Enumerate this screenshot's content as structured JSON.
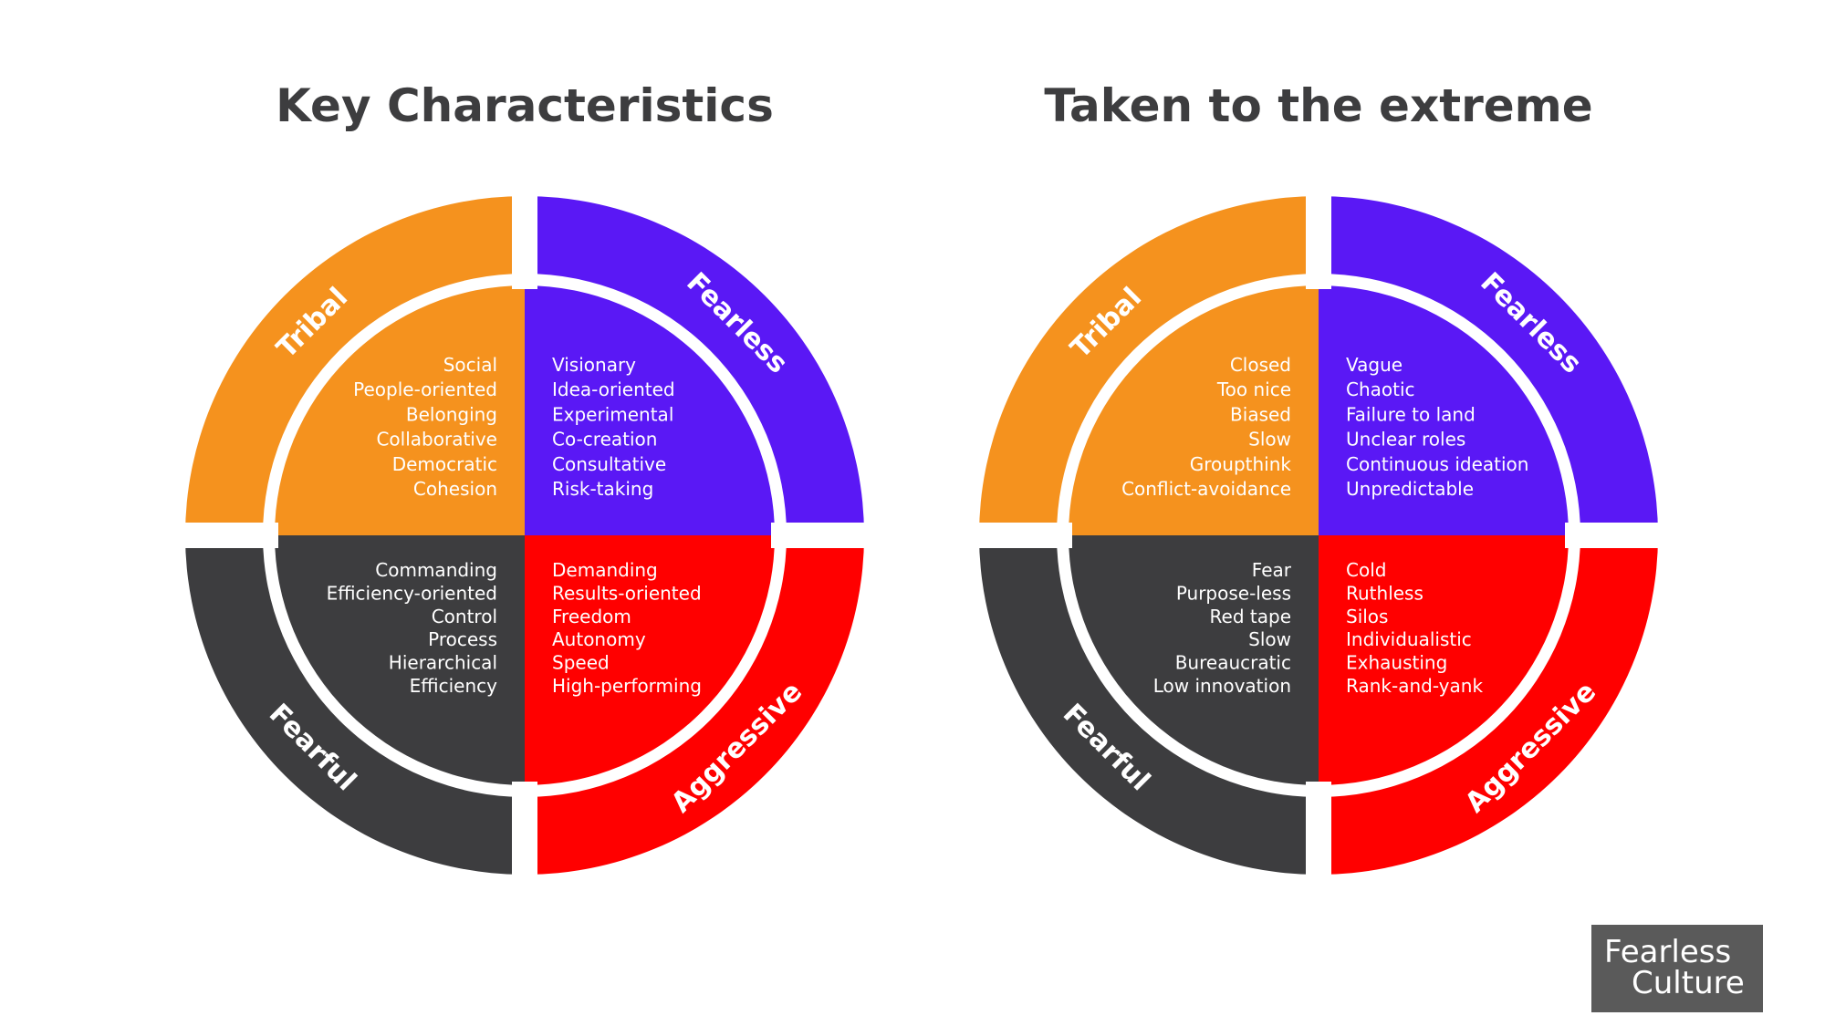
{
  "colors": {
    "tribal": "#F5921E",
    "fearless": "#5A18F5",
    "fearful": "#3D3D3F",
    "aggressive": "#FF0000",
    "title_text": "#3D3D3F",
    "label_text": "#FFFFFF"
  },
  "diagrams": [
    {
      "title": "Key Characteristics",
      "quadrants": {
        "tribal": {
          "label": "Tribal",
          "items": [
            "Social",
            "People-oriented",
            "Belonging",
            "Collaborative",
            "Democratic",
            "Cohesion"
          ]
        },
        "fearless": {
          "label": "Fearless",
          "items": [
            "Visionary",
            "Idea-oriented",
            "Experimental",
            "Co-creation",
            "Consultative",
            "Risk-taking"
          ]
        },
        "fearful": {
          "label": "Fearful",
          "items": [
            "Commanding",
            "Efficiency-oriented",
            "Control",
            "Process",
            "Hierarchical",
            "Efficiency"
          ]
        },
        "aggressive": {
          "label": "Aggressive",
          "items": [
            "Demanding",
            "Results-oriented",
            "Freedom",
            "Autonomy",
            "Speed",
            "High-performing"
          ]
        }
      }
    },
    {
      "title": "Taken to the extreme",
      "quadrants": {
        "tribal": {
          "label": "Tribal",
          "items": [
            "Closed",
            "Too nice",
            "Biased",
            "Slow",
            "Groupthink",
            "Conflict-avoidance"
          ]
        },
        "fearless": {
          "label": "Fearless",
          "items": [
            "Vague",
            "Chaotic",
            "Failure to land",
            "Unclear roles",
            "Continuous ideation",
            "Unpredictable"
          ]
        },
        "fearful": {
          "label": "Fearful",
          "items": [
            "Fear",
            "Purpose-less",
            "Red tape",
            "Slow",
            "Bureaucratic",
            "Low innovation"
          ]
        },
        "aggressive": {
          "label": "Aggressive",
          "items": [
            "Cold",
            "Ruthless",
            "Silos",
            "Individualistic",
            "Exhausting",
            "Rank-and-yank"
          ]
        }
      }
    }
  ],
  "logo": {
    "line1": "Fearless",
    "line2": "Culture"
  }
}
